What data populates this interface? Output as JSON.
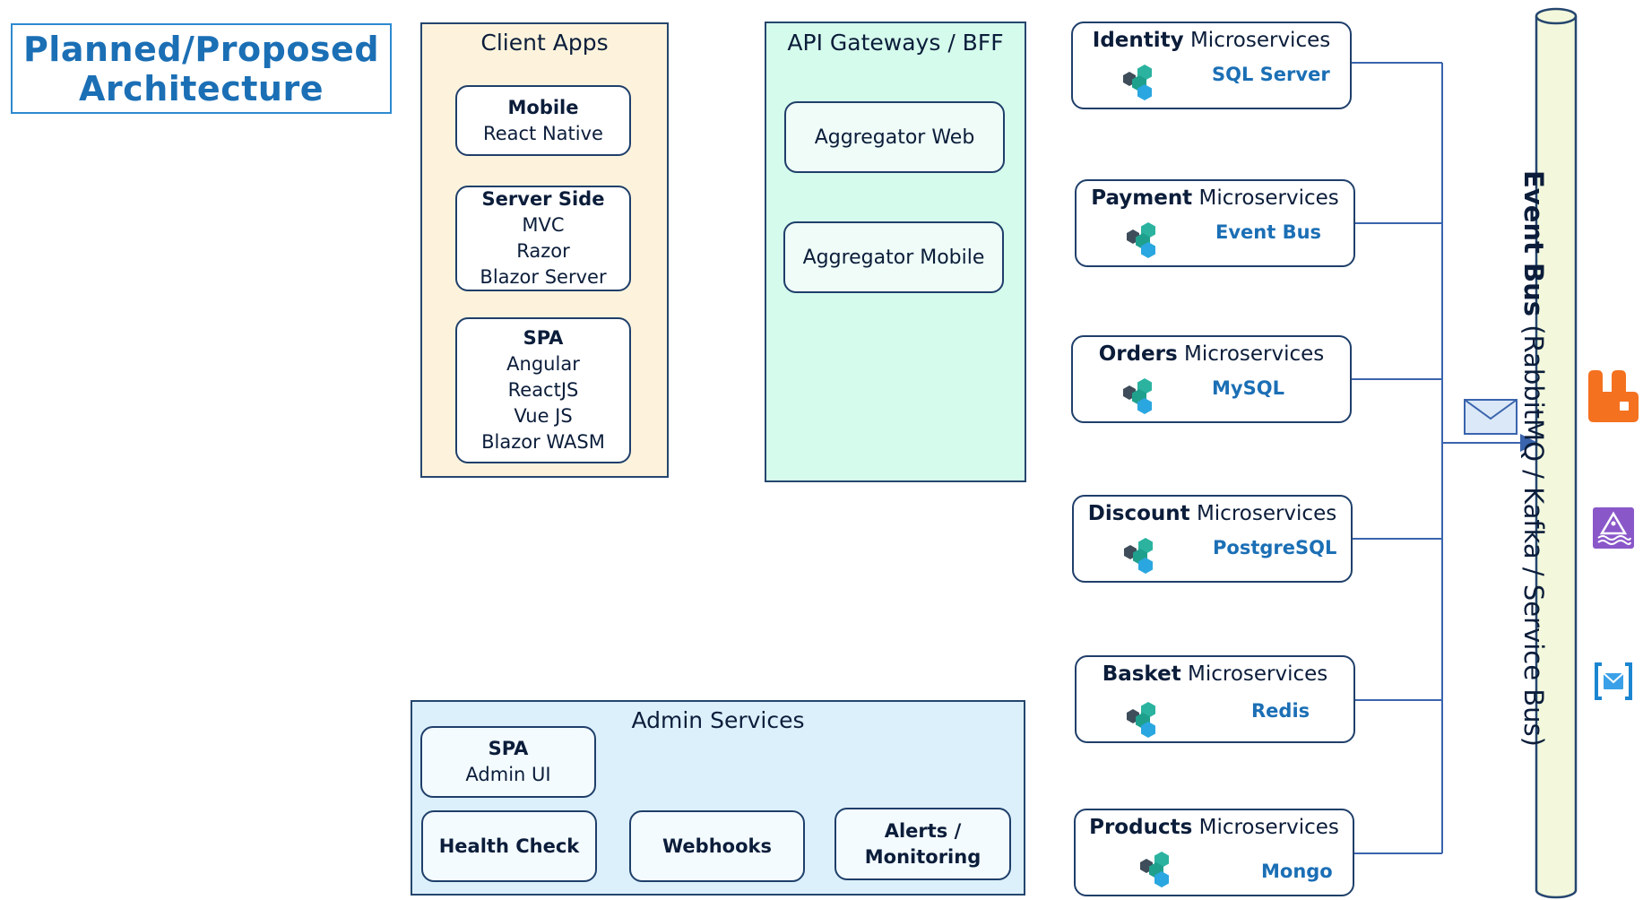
{
  "title": {
    "line1": "Planned/Proposed",
    "line2": "Architecture"
  },
  "client_apps": {
    "title": "Client Apps",
    "boxes": [
      {
        "heading": "Mobile",
        "lines": [
          "React Native"
        ]
      },
      {
        "heading": "Server Side",
        "lines": [
          "MVC",
          "Razor",
          "Blazor Server"
        ]
      },
      {
        "heading": "SPA",
        "lines": [
          "Angular",
          "ReactJS",
          "Vue JS",
          "Blazor WASM"
        ]
      }
    ]
  },
  "gateways": {
    "title": "API Gateways / BFF",
    "boxes": [
      "Aggregator Web",
      "Aggregator Mobile"
    ]
  },
  "admin": {
    "title": "Admin Services",
    "spa": {
      "heading": "SPA",
      "line": "Admin UI"
    },
    "health": "Health Check",
    "webhooks": "Webhooks",
    "alerts": {
      "line1": "Alerts /",
      "line2": "Monitoring"
    }
  },
  "microservices": [
    {
      "name": "Identity",
      "suffix": "Microservices",
      "db": "SQL Server"
    },
    {
      "name": "Payment",
      "suffix": "Microservices",
      "db": "Event Bus"
    },
    {
      "name": "Orders",
      "suffix": "Microservices",
      "db": "MySQL"
    },
    {
      "name": "Discount",
      "suffix": "Microservices",
      "db": "PostgreSQL"
    },
    {
      "name": "Basket",
      "suffix": "Microservices",
      "db": "Redis"
    },
    {
      "name": "Products",
      "suffix": "Microservices",
      "db": "Mongo"
    }
  ],
  "event_bus": {
    "bold": "Event Bus",
    "rest": " (RabbitMQ / Kafka / Service Bus)"
  },
  "icons": [
    "hexagon-cluster-icon",
    "envelope-icon",
    "rabbitmq-logo-icon",
    "kafka-stream-icon",
    "service-bus-icon"
  ],
  "colors": {
    "accent": "#1b6fb5",
    "client_panel": "#fdf3dc",
    "gateway_panel": "#d5fbec",
    "admin_panel": "#dcf0fc",
    "event_bus": "#f3f8dc",
    "rabbitmq": "#f4711f"
  }
}
